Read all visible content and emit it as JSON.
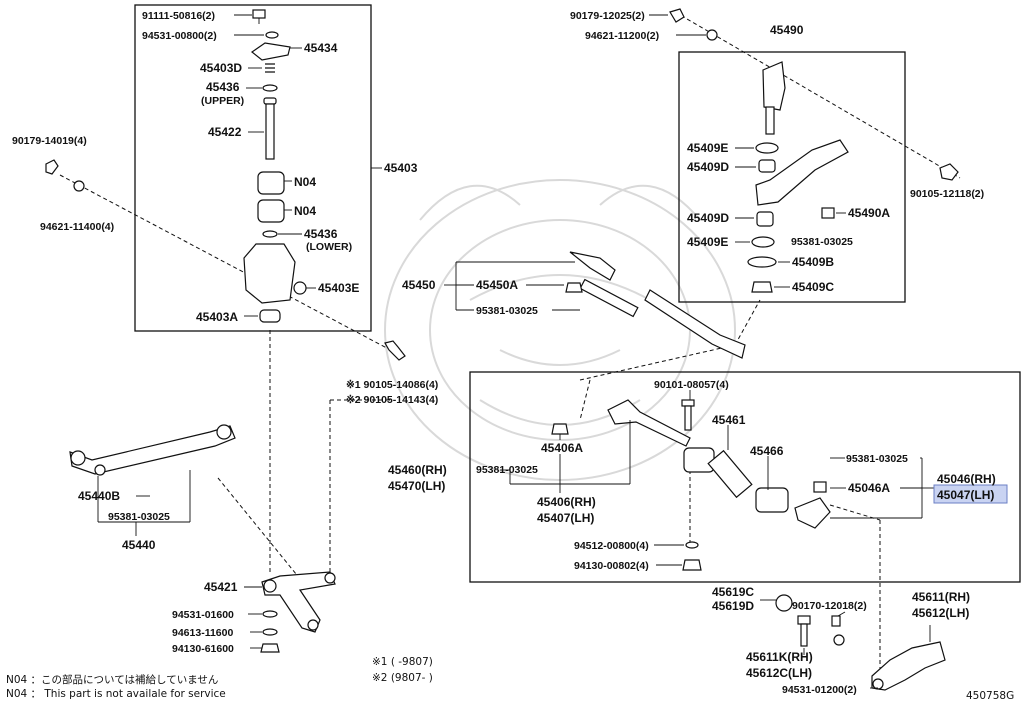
{
  "diagram_id": "450758G",
  "notes": {
    "n04_jp": "N04 ：この部品については補給していません",
    "n04_en": "N04 ： This part is not availale for service",
    "date1": "※1 (      -9807)",
    "date2": "※2 (9807-      )"
  },
  "labels": {
    "l_91111": "91111-50816(2)",
    "l_94531a": "94531-00800(2)",
    "l_45434": "45434",
    "l_45403d": "45403D",
    "l_45436u": "45436",
    "l_upper": "(UPPER)",
    "l_45422": "45422",
    "l_n04a": "N04",
    "l_n04b": "N04",
    "l_45436l": "45436",
    "l_lower": "(LOWER)",
    "l_45403e": "45403E",
    "l_45403a": "45403A",
    "l_45403": "45403",
    "l_90179a": "90179-14019(4)",
    "l_94621a": "94621-11400(4)",
    "l_90179b": "90179-12025(2)",
    "l_94621b": "94621-11200(2)",
    "l_45490": "45490",
    "l_45409e1": "45409E",
    "l_45409d1": "45409D",
    "l_45409d2": "45409D",
    "l_45409e2": "45409E",
    "l_45490a": "45490A",
    "l_95381a": "95381-03025",
    "l_45409b": "45409B",
    "l_45409c": "45409C",
    "l_90105a": "90105-12118(2)",
    "l_45450": "45450",
    "l_45450a": "45450A",
    "l_95381b": "95381-03025",
    "l_s1": "※1 90105-14086(4)",
    "l_s2": "※2 90105-14143(4)",
    "l_90101": "90101-08057(4)",
    "l_45461": "45461",
    "l_45466": "45466",
    "l_95381c": "95381-03025",
    "l_45046rh": "45046(RH)",
    "l_45047lh": "45047(LH)",
    "l_45046a": "45046A",
    "l_45406a": "45406A",
    "l_45460": "45460(RH)",
    "l_45470": "45470(LH)",
    "l_95381d": "95381-03025",
    "l_45406": "45406(RH)",
    "l_45407": "45407(LH)",
    "l_94512": "94512-00800(4)",
    "l_94130a": "94130-00802(4)",
    "l_45440b": "45440B",
    "l_95381e": "95381-03025",
    "l_45440": "45440",
    "l_45421": "45421",
    "l_94531b": "94531-01600",
    "l_94613": "94613-11600",
    "l_94130b": "94130-61600",
    "l_45619c": "45619C",
    "l_45619d": "45619D",
    "l_90170": "90170-12018(2)",
    "l_45611": "45611(RH)",
    "l_45612": "45612(LH)",
    "l_45611k": "45611K(RH)",
    "l_45612c": "45612C(LH)",
    "l_94531c": "94531-01200(2)"
  }
}
